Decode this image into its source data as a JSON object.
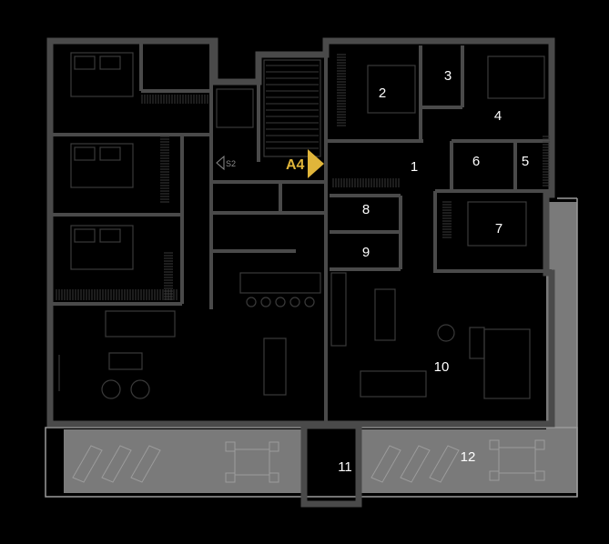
{
  "unit": {
    "label": "A4",
    "accent_color": "#e0b53a"
  },
  "stair": {
    "label": "S2"
  },
  "rooms": [
    "1",
    "2",
    "3",
    "4",
    "5",
    "6",
    "7",
    "8",
    "9",
    "10",
    "11",
    "12"
  ],
  "colors": {
    "background": "#000000",
    "wall": "#4a4a4a",
    "terrace": "#7a7a7a"
  }
}
